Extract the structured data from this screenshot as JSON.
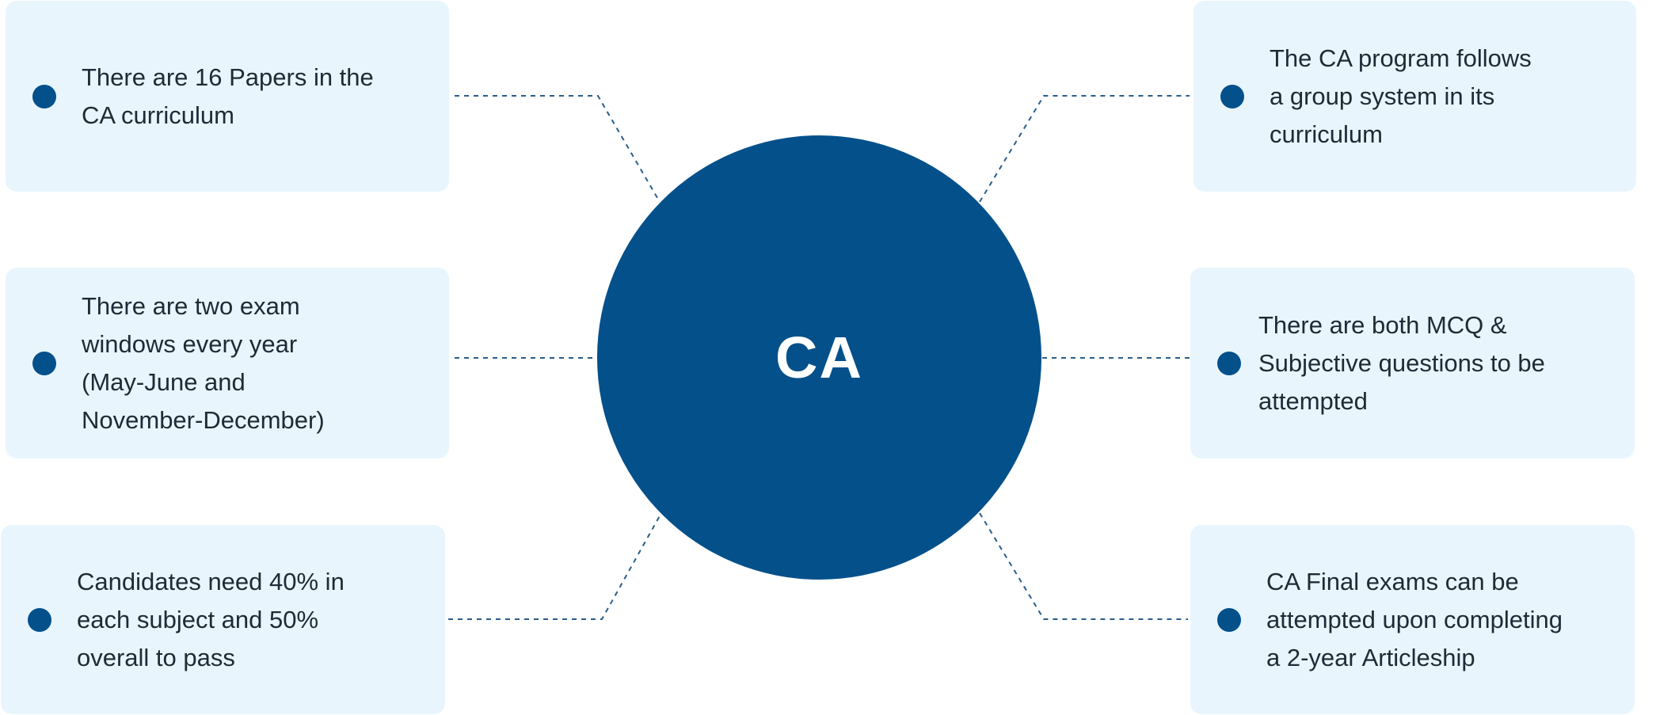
{
  "center": {
    "label": "CA"
  },
  "left_items": [
    {
      "lines": [
        "There are 16 Papers in the",
        "CA curriculum"
      ]
    },
    {
      "lines": [
        "There are two exam",
        "windows every year",
        "(May-June and",
        "November-December)"
      ]
    },
    {
      "lines": [
        "Candidates need 40% in",
        "each subject and 50%",
        "overall to pass"
      ]
    }
  ],
  "right_items": [
    {
      "lines": [
        "The CA program follows",
        "a group system in its",
        "curriculum"
      ]
    },
    {
      "lines": [
        "There are both MCQ &",
        "Subjective questions to be",
        "attempted"
      ]
    },
    {
      "lines": [
        "CA Final exams can be",
        "attempted upon completing",
        "a 2-year Articleship"
      ]
    }
  ],
  "colors": {
    "primary": "#03508b",
    "card_background": "#e8f5fd",
    "text": "#1f2a37",
    "connector": "#2a5d8d"
  }
}
